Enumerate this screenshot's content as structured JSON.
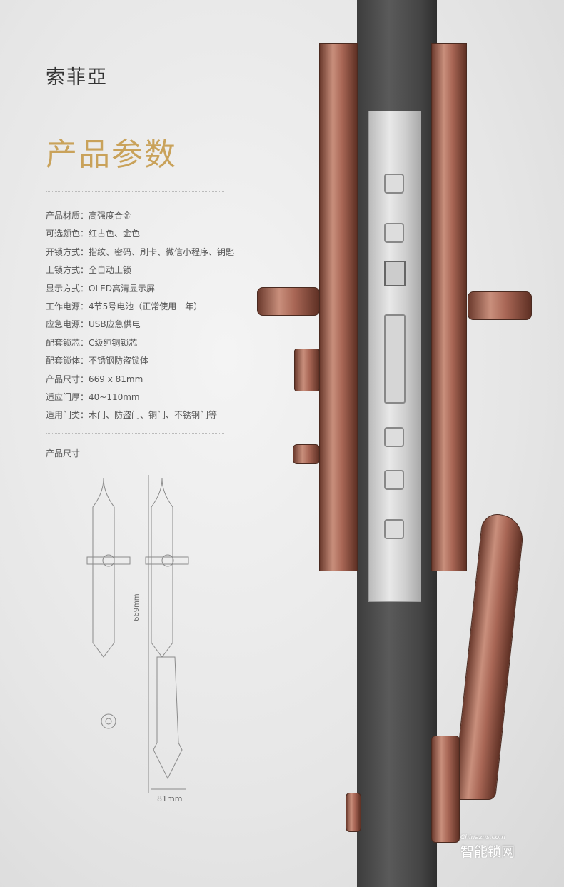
{
  "brand": "索菲亞",
  "title": "产品参数",
  "specs": [
    "产品材质：高强度合金",
    "可选颜色：红古色、金色",
    "开锁方式：指纹、密码、刷卡、微信小程序、钥匙",
    " 上锁方式：全自动上锁",
    "显示方式：OLED高清显示屏",
    "工作电源：4节5号电池（正常使用一年）",
    "应急电源：USB应急供电",
    "配套锁芯：C级纯铜锁芯",
    "配套锁体：不锈钢防盗锁体",
    "产品尺寸：669 x 81mm",
    "适应门厚：40~110mm",
    "适用门类：木门、防盗门、铜门、不锈钢门等"
  ],
  "dimensions": {
    "label": "产品尺寸",
    "height": "669mm",
    "width": "81mm"
  },
  "watermark": {
    "site": "Chinazns.com",
    "name": "智能锁网"
  },
  "colors": {
    "accent": "#c9a25a",
    "copper": "#a86655"
  }
}
